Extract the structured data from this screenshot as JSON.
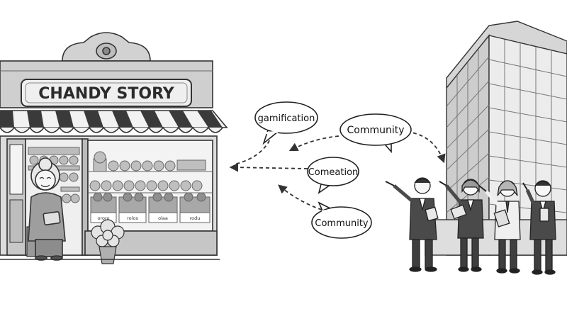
{
  "shop": {
    "sign": "CHANDY STORY",
    "bins": [
      "ororo",
      "rolos",
      "olaa",
      "rodu"
    ]
  },
  "bubbles": {
    "gamification": "gamification",
    "community_top": "Community",
    "comeation": "Comeation",
    "community_bottom": "Community"
  },
  "colors": {
    "line": "#333333",
    "shop_fill": "#d8d8d8",
    "shop_dark": "#555555",
    "building_fill": "#e6e6e6",
    "suit": "#4a4a4a"
  }
}
